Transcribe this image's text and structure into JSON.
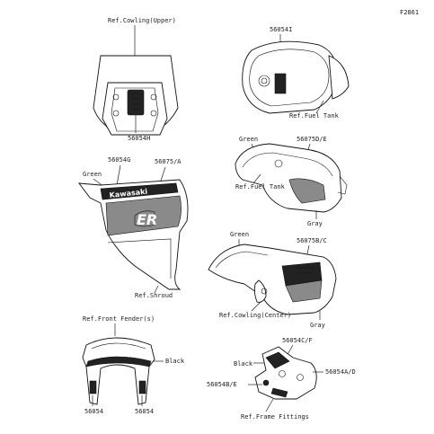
{
  "figure_id": "F2861",
  "labels": {
    "cowl_upper_ref": "Ref.Cowling(Upper)",
    "cowl_upper_part": "56054H",
    "tank_top_part": "56054I",
    "tank_top_ref": "Ref.Fuel Tank",
    "tank_side_green": "Green",
    "tank_side_part": "56075D/E",
    "tank_side_ref": "Ref.Fuel Tank",
    "tank_side_gray": "Gray",
    "shroud_part_g": "56054G",
    "shroud_part_a": "56075/A",
    "shroud_green": "Green",
    "shroud_ref": "Ref.Shroud",
    "center_green": "Green",
    "center_part": "56075B/C",
    "center_ref": "Ref.Cowling(Center)",
    "center_gray": "Gray",
    "fender_ref": "Ref.Front Fender(s)",
    "fender_black": "Black",
    "fender_part_left": "56054",
    "fender_part_right": "56054",
    "frame_part_cf": "56054C/F",
    "frame_black": "Black",
    "frame_part_ad": "56054A/D",
    "frame_part_be": "56054B/E",
    "frame_ref": "Ref.Frame Fittings"
  },
  "decal_text": {
    "brand": "Kawasaki",
    "model": "ER"
  }
}
